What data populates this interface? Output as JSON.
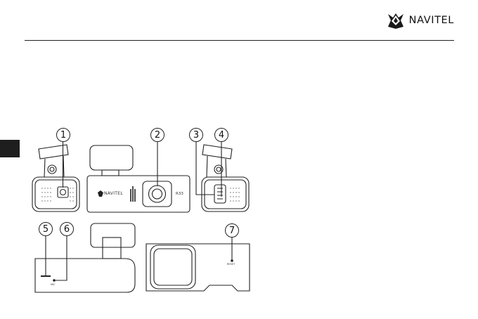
{
  "header": {
    "brand": "NAVITEL"
  },
  "colors": {
    "ink": "#222222",
    "tab": "#1e1e1e",
    "paper": "#ffffff",
    "panel": "#f4f4f4"
  },
  "figure": {
    "callouts": [
      "1",
      "2",
      "3",
      "4",
      "5",
      "6",
      "7"
    ],
    "device_brand": "NAVITEL",
    "model": "R33",
    "mic_label": "MIC",
    "reset_label": "RESET"
  }
}
